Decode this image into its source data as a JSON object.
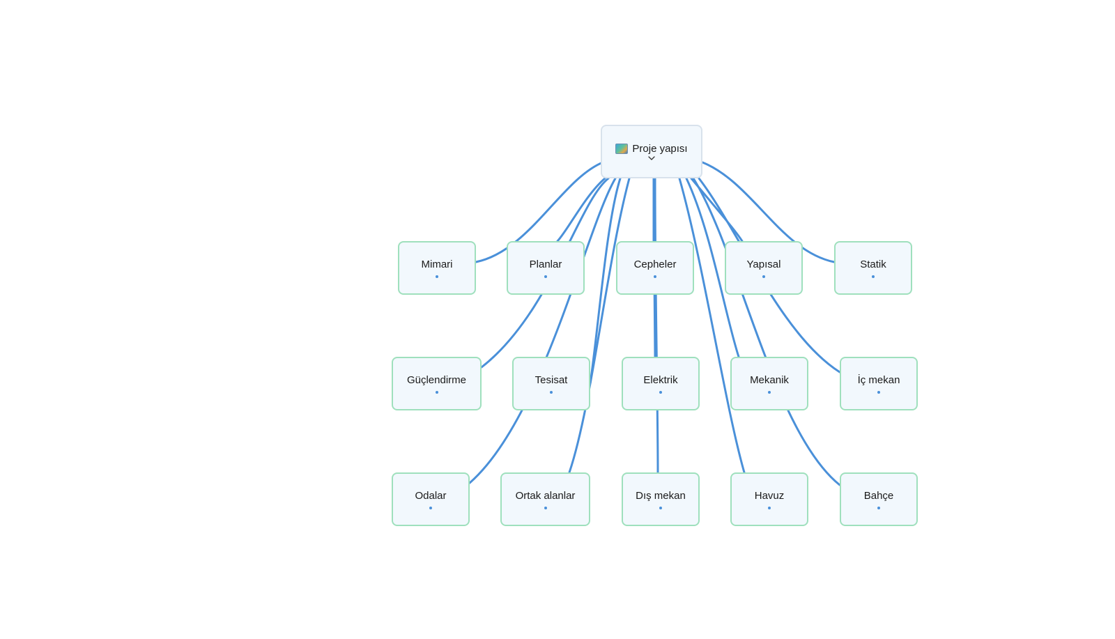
{
  "root": {
    "label": "Proje yapısı",
    "icon": "map-icon"
  },
  "nodes": [
    {
      "id": "mimari",
      "label": "Mimari"
    },
    {
      "id": "planlar",
      "label": "Planlar"
    },
    {
      "id": "cepheler",
      "label": "Cepheler"
    },
    {
      "id": "yapisal",
      "label": "Yapısal"
    },
    {
      "id": "statik",
      "label": "Statik"
    },
    {
      "id": "guclendirme",
      "label": "Güçlendirme"
    },
    {
      "id": "tesisat",
      "label": "Tesisat"
    },
    {
      "id": "elektrik",
      "label": "Elektrik"
    },
    {
      "id": "mekanik",
      "label": "Mekanik"
    },
    {
      "id": "ic-mekan",
      "label": "İç mekan"
    },
    {
      "id": "odalar",
      "label": "Odalar"
    },
    {
      "id": "ortak-alanlar",
      "label": "Ortak alanlar"
    },
    {
      "id": "dis-mekan",
      "label": "Dış mekan"
    },
    {
      "id": "havuz",
      "label": "Havuz"
    },
    {
      "id": "bahce",
      "label": "Bahçe"
    }
  ],
  "colors": {
    "edge": "#4a90d9",
    "node_border": "#9fe0bd",
    "node_fill": "#f2f8fd"
  }
}
